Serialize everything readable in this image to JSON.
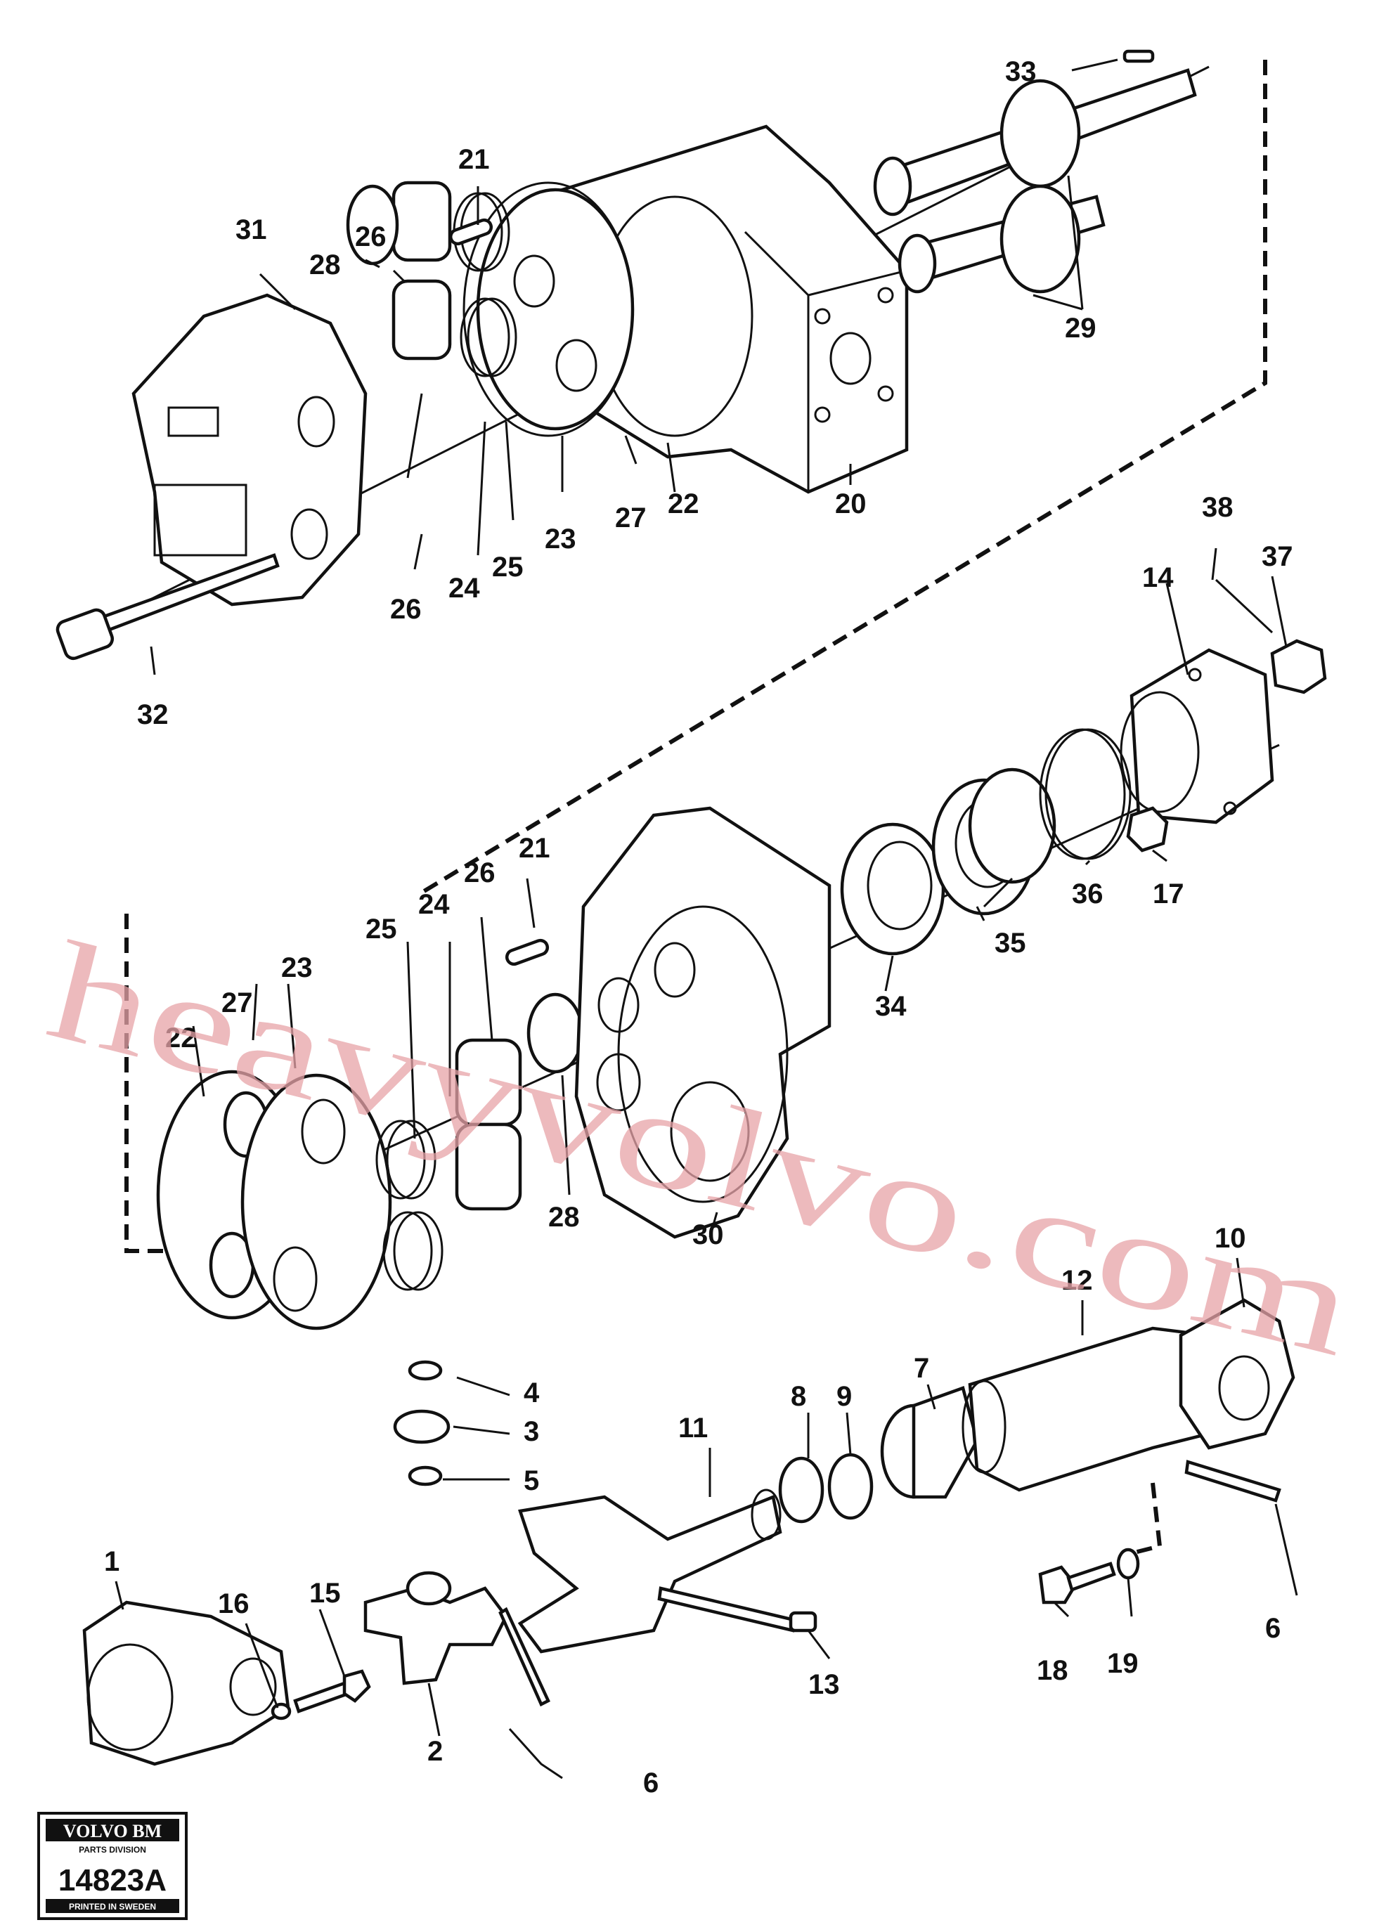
{
  "watermark": "heavyvolvo.com",
  "part_labels": [
    "1",
    "2",
    "3",
    "4",
    "5",
    "6",
    "7",
    "8",
    "9",
    "10",
    "11",
    "12",
    "13",
    "14",
    "15",
    "16",
    "17",
    "18",
    "19",
    "20",
    "21",
    "22",
    "23",
    "24",
    "25",
    "26",
    "27",
    "28",
    "29",
    "30",
    "31",
    "32",
    "33",
    "34",
    "35",
    "36",
    "37",
    "38"
  ],
  "logo": {
    "brand": "VOLVO BM",
    "division": "PARTS DIVISION",
    "drawing_number": "14823A",
    "printed": "PRINTED IN SWEDEN"
  }
}
